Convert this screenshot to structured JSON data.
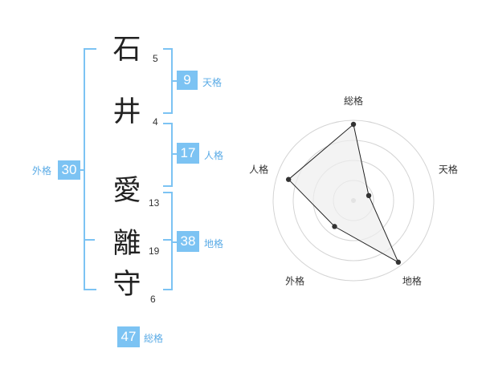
{
  "name": {
    "characters": [
      {
        "char": "石",
        "strokes": "5"
      },
      {
        "char": "井",
        "strokes": "4"
      },
      {
        "char": "愛",
        "strokes": "13"
      },
      {
        "char": "離",
        "strokes": "19"
      },
      {
        "char": "守",
        "strokes": "6"
      }
    ]
  },
  "fortune": {
    "tenkaku": {
      "value": "9",
      "label": "天格"
    },
    "jinkaku": {
      "value": "17",
      "label": "人格"
    },
    "chikaku": {
      "value": "38",
      "label": "地格"
    },
    "gaikaku": {
      "value": "30",
      "label": "外格"
    },
    "soukaku": {
      "value": "47",
      "label": "総格"
    }
  },
  "chart_data": {
    "type": "radar",
    "axes": [
      "総格",
      "天格",
      "地格",
      "外格",
      "人格"
    ],
    "values": [
      0.95,
      0.2,
      0.95,
      0.4,
      0.85
    ],
    "max": 1,
    "rings": 4,
    "colors": {
      "fill": "#eeeeee",
      "line": "#222222",
      "ring": "#d4d4d4",
      "accent": "#7cc3f3"
    }
  }
}
